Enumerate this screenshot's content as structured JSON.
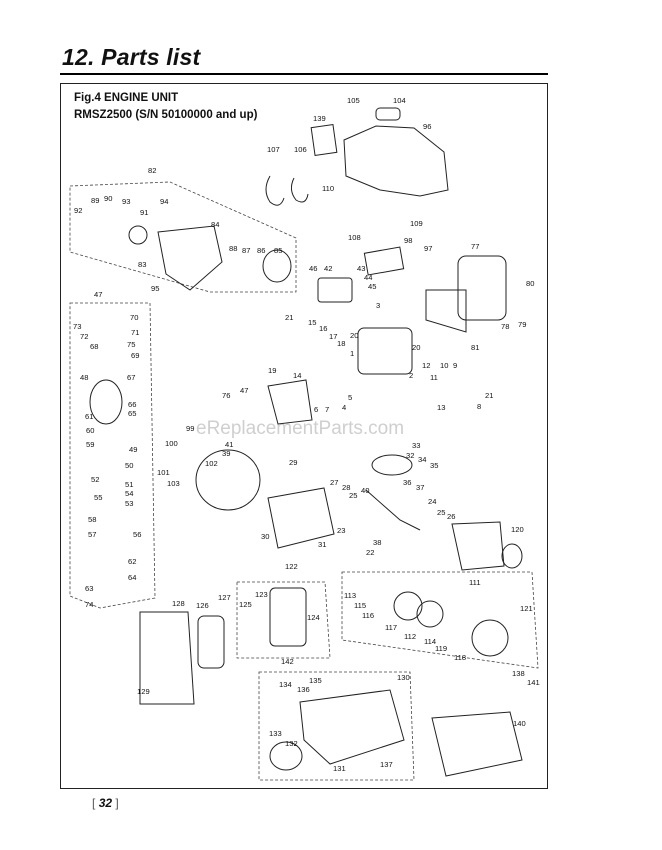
{
  "page": {
    "title": "12. Parts list",
    "page_number": "32",
    "bracket_left": "[",
    "bracket_right": "]"
  },
  "figure": {
    "title": "Fig.4 ENGINE UNIT",
    "subtitle": "RMSZ2500  (S/N 50100000 and up)",
    "watermark": "eReplacementParts.com"
  },
  "callouts": [
    {
      "id": "c105",
      "label": "105"
    },
    {
      "id": "c104",
      "label": "104"
    },
    {
      "id": "c139",
      "label": "139"
    },
    {
      "id": "c96",
      "label": "96"
    },
    {
      "id": "c107",
      "label": "107"
    },
    {
      "id": "c106",
      "label": "106"
    },
    {
      "id": "c110",
      "label": "110"
    },
    {
      "id": "c82",
      "label": "82"
    },
    {
      "id": "c89",
      "label": "89"
    },
    {
      "id": "c90",
      "label": "90"
    },
    {
      "id": "c93",
      "label": "93"
    },
    {
      "id": "c94",
      "label": "94"
    },
    {
      "id": "c92",
      "label": "92"
    },
    {
      "id": "c91",
      "label": "91"
    },
    {
      "id": "c84",
      "label": "84"
    },
    {
      "id": "c88",
      "label": "88"
    },
    {
      "id": "c87",
      "label": "87"
    },
    {
      "id": "c86",
      "label": "86"
    },
    {
      "id": "c85",
      "label": "85"
    },
    {
      "id": "c83",
      "label": "83"
    },
    {
      "id": "c95",
      "label": "95"
    },
    {
      "id": "c109",
      "label": "109"
    },
    {
      "id": "c108",
      "label": "108"
    },
    {
      "id": "c98",
      "label": "98"
    },
    {
      "id": "c97",
      "label": "97"
    },
    {
      "id": "c77",
      "label": "77"
    },
    {
      "id": "c80",
      "label": "80"
    },
    {
      "id": "c46",
      "label": "46"
    },
    {
      "id": "c42",
      "label": "42"
    },
    {
      "id": "c43",
      "label": "43"
    },
    {
      "id": "c44",
      "label": "44"
    },
    {
      "id": "c45",
      "label": "45"
    },
    {
      "id": "c47",
      "label": "47"
    },
    {
      "id": "c70",
      "label": "70"
    },
    {
      "id": "c73",
      "label": "73"
    },
    {
      "id": "c71",
      "label": "71"
    },
    {
      "id": "c72",
      "label": "72"
    },
    {
      "id": "c68",
      "label": "68"
    },
    {
      "id": "c75",
      "label": "75"
    },
    {
      "id": "c69",
      "label": "69"
    },
    {
      "id": "c3",
      "label": "3"
    },
    {
      "id": "c21a",
      "label": "21"
    },
    {
      "id": "c15",
      "label": "15"
    },
    {
      "id": "c16",
      "label": "16"
    },
    {
      "id": "c17",
      "label": "17"
    },
    {
      "id": "c18",
      "label": "18"
    },
    {
      "id": "c20a",
      "label": "20"
    },
    {
      "id": "c78",
      "label": "78"
    },
    {
      "id": "c79",
      "label": "79"
    },
    {
      "id": "c81",
      "label": "81"
    },
    {
      "id": "c1",
      "label": "1"
    },
    {
      "id": "c20b",
      "label": "20"
    },
    {
      "id": "c67",
      "label": "67"
    },
    {
      "id": "c48",
      "label": "48"
    },
    {
      "id": "c19",
      "label": "19"
    },
    {
      "id": "c14",
      "label": "14"
    },
    {
      "id": "c12",
      "label": "12"
    },
    {
      "id": "c10",
      "label": "10"
    },
    {
      "id": "c9",
      "label": "9"
    },
    {
      "id": "c11",
      "label": "11"
    },
    {
      "id": "c2",
      "label": "2"
    },
    {
      "id": "c5",
      "label": "5"
    },
    {
      "id": "c66",
      "label": "66"
    },
    {
      "id": "c65",
      "label": "65"
    },
    {
      "id": "c76",
      "label": "76"
    },
    {
      "id": "c6",
      "label": "6"
    },
    {
      "id": "c7",
      "label": "7"
    },
    {
      "id": "c4",
      "label": "4"
    },
    {
      "id": "c13",
      "label": "13"
    },
    {
      "id": "c8",
      "label": "8"
    },
    {
      "id": "c21b",
      "label": "21"
    },
    {
      "id": "c61",
      "label": "61"
    },
    {
      "id": "c60",
      "label": "60"
    },
    {
      "id": "c59",
      "label": "59"
    },
    {
      "id": "c49",
      "label": "49"
    },
    {
      "id": "c99",
      "label": "99"
    },
    {
      "id": "c100",
      "label": "100"
    },
    {
      "id": "c41",
      "label": "41"
    },
    {
      "id": "c39",
      "label": "39"
    },
    {
      "id": "c102",
      "label": "102"
    },
    {
      "id": "c33",
      "label": "33"
    },
    {
      "id": "c32",
      "label": "32"
    },
    {
      "id": "c34",
      "label": "34"
    },
    {
      "id": "c35",
      "label": "35"
    },
    {
      "id": "c50",
      "label": "50"
    },
    {
      "id": "c101",
      "label": "101"
    },
    {
      "id": "c103",
      "label": "103"
    },
    {
      "id": "c29",
      "label": "29"
    },
    {
      "id": "c52",
      "label": "52"
    },
    {
      "id": "c51",
      "label": "51"
    },
    {
      "id": "c55",
      "label": "55"
    },
    {
      "id": "c54",
      "label": "54"
    },
    {
      "id": "c53",
      "label": "53"
    },
    {
      "id": "c27",
      "label": "27"
    },
    {
      "id": "c28",
      "label": "28"
    },
    {
      "id": "c40",
      "label": "40"
    },
    {
      "id": "c36",
      "label": "36"
    },
    {
      "id": "c37",
      "label": "37"
    },
    {
      "id": "c25a",
      "label": "25"
    },
    {
      "id": "c24",
      "label": "24"
    },
    {
      "id": "c58",
      "label": "58"
    },
    {
      "id": "c57",
      "label": "57"
    },
    {
      "id": "c56",
      "label": "56"
    },
    {
      "id": "c25b",
      "label": "25"
    },
    {
      "id": "c26",
      "label": "26"
    },
    {
      "id": "c120",
      "label": "120"
    },
    {
      "id": "c23",
      "label": "23"
    },
    {
      "id": "c30",
      "label": "30"
    },
    {
      "id": "c31",
      "label": "31"
    },
    {
      "id": "c38",
      "label": "38"
    },
    {
      "id": "c22",
      "label": "22"
    },
    {
      "id": "c62",
      "label": "62"
    },
    {
      "id": "c64",
      "label": "64"
    },
    {
      "id": "c63",
      "label": "63"
    },
    {
      "id": "c74",
      "label": "74"
    },
    {
      "id": "c122",
      "label": "122"
    },
    {
      "id": "c111",
      "label": "111"
    },
    {
      "id": "c128",
      "label": "128"
    },
    {
      "id": "c126",
      "label": "126"
    },
    {
      "id": "c127",
      "label": "127"
    },
    {
      "id": "c123",
      "label": "123"
    },
    {
      "id": "c125",
      "label": "125"
    },
    {
      "id": "c124",
      "label": "124"
    },
    {
      "id": "c113",
      "label": "113"
    },
    {
      "id": "c115",
      "label": "115"
    },
    {
      "id": "c116",
      "label": "116"
    },
    {
      "id": "c117",
      "label": "117"
    },
    {
      "id": "c112",
      "label": "112"
    },
    {
      "id": "c114",
      "label": "114"
    },
    {
      "id": "c119",
      "label": "119"
    },
    {
      "id": "c118",
      "label": "118"
    },
    {
      "id": "c121",
      "label": "121"
    },
    {
      "id": "c142",
      "label": "142"
    },
    {
      "id": "c138",
      "label": "138"
    },
    {
      "id": "c141",
      "label": "141"
    },
    {
      "id": "c129",
      "label": "129"
    },
    {
      "id": "c130",
      "label": "130"
    },
    {
      "id": "c135",
      "label": "135"
    },
    {
      "id": "c134",
      "label": "134"
    },
    {
      "id": "c136",
      "label": "136"
    },
    {
      "id": "c140",
      "label": "140"
    },
    {
      "id": "c133",
      "label": "133"
    },
    {
      "id": "c132",
      "label": "132"
    },
    {
      "id": "c131",
      "label": "131"
    },
    {
      "id": "c137",
      "label": "137"
    }
  ]
}
